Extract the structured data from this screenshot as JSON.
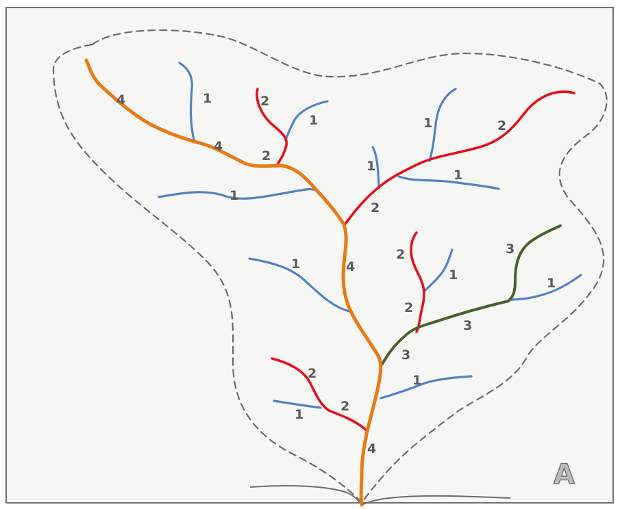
{
  "panel_letter": "A",
  "colors": {
    "order_1": "#4f82c6",
    "order_2": "#e5101a",
    "order_3": "#46612a",
    "order_4": "#e87a17",
    "watershed_boundary": "#6b6b6b",
    "ground": "#6b6b6b"
  },
  "stream_orders": [
    {
      "order": 1,
      "color_key": "order_1"
    },
    {
      "order": 2,
      "color_key": "order_2"
    },
    {
      "order": 3,
      "color_key": "order_3"
    },
    {
      "order": 4,
      "color_key": "order_4"
    }
  ],
  "order_labels": {
    "l1": "4",
    "l2": "1",
    "l3": "2",
    "l4": "1",
    "l5": "4",
    "l6": "2",
    "l7": "1",
    "l8": "2",
    "l9": "1",
    "l10": "1",
    "l11": "1",
    "l12": "2",
    "l13": "2",
    "l14": "1",
    "l15": "4",
    "l16": "1",
    "l17": "3",
    "l18": "1",
    "l19": "2",
    "l20": "3",
    "l21": "3",
    "l22": "2",
    "l23": "1",
    "l24": "2",
    "l25": "1",
    "l26": "4"
  }
}
